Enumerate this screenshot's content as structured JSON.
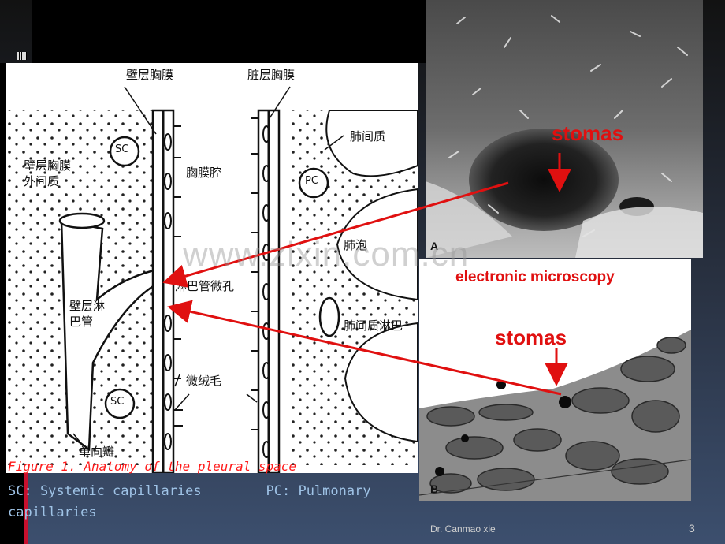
{
  "diagram": {
    "labels": {
      "parietal_pleura": "壁层胸膜",
      "visceral_pleura": "脏层胸膜",
      "parietal_interstitium": "壁层胸膜\n外间质",
      "pleural_cavity": "胸膜腔",
      "lung_interstitium": "肺间质",
      "alveoli": "肺泡",
      "lymph_stomata": "淋巴管微孔",
      "interstitial_lymph": "肺间质淋巴",
      "parietal_lymphatic": "壁层淋\n巴管",
      "microvilli": "微绒毛",
      "one_way_valve": "单向瓣",
      "sc1": "SC",
      "sc2": "SC",
      "pc": "PC"
    }
  },
  "photos": {
    "a_letter": "A",
    "b_letter": "B",
    "stomas_a": "stomas",
    "stomas_b": "stomas",
    "method": "electronic microscopy"
  },
  "caption": "Figure 1. Anatomy of the pleural space",
  "legend": {
    "line1": "SC: Systemic capillaries        PC: Pulmonary",
    "line2": "capillaries"
  },
  "watermark": "www.zixin.com.cn",
  "footer": {
    "author": "Dr. Canmao xie",
    "page": "3"
  },
  "colors": {
    "arrow": "#e01010",
    "caption": "#ff1a1a",
    "legend_text": "#9fc3e6",
    "accent": "#c8102e"
  }
}
